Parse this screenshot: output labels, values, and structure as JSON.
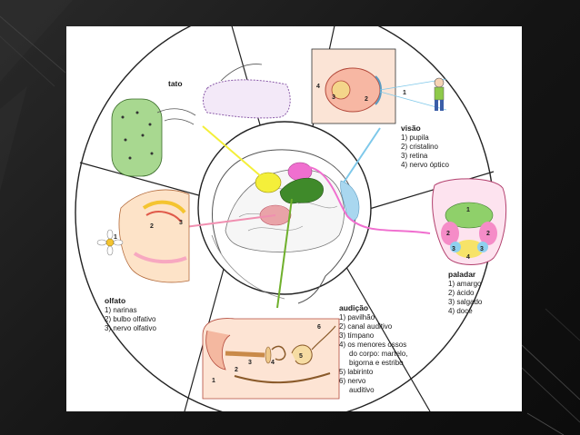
{
  "colors": {
    "slide_background": "#ffffff",
    "page_background": "#1c1c1c",
    "touch": "#f4ef3a",
    "vision": "#7ec8ea",
    "hearing": "#6fb02c",
    "smell": "#f08fb0",
    "taste": "#f06fcf",
    "brain_green": "#3f8a2a"
  },
  "icons": {
    "decoration_left": "diagonal-stripes-decoration",
    "decoration_right": "diagonal-lines-decoration"
  },
  "senses": {
    "touch": {
      "title": "tato"
    },
    "vision": {
      "title": "visão",
      "items": [
        "1) pupila",
        "2) cristalino",
        "3) retina",
        "4) nervo óptico"
      ],
      "callouts": [
        "4",
        "3",
        "2",
        "1"
      ]
    },
    "taste": {
      "title": "paladar",
      "items": [
        "1) amargo",
        "2) ácido",
        "3) salgado",
        "4) doce"
      ],
      "callouts": [
        "1",
        "2",
        "2",
        "3",
        "3",
        "4"
      ]
    },
    "hearing": {
      "title": "audição",
      "items": [
        "1) pavilhão",
        "2) canal auditivo",
        "3) tímpano",
        "4) os menores ossos",
        "do corpo: martelo,",
        "bigorna e estribo",
        "5) labirinto",
        "6) nervo",
        "auditivo"
      ],
      "callouts": [
        "1",
        "2",
        "3",
        "4",
        "5",
        "6"
      ]
    },
    "smell": {
      "title": "olfato",
      "items": [
        "1) narinas",
        "2) bulbo olfativo",
        "3) nervo olfativo"
      ],
      "callouts": [
        "1",
        "2",
        "3"
      ]
    }
  }
}
